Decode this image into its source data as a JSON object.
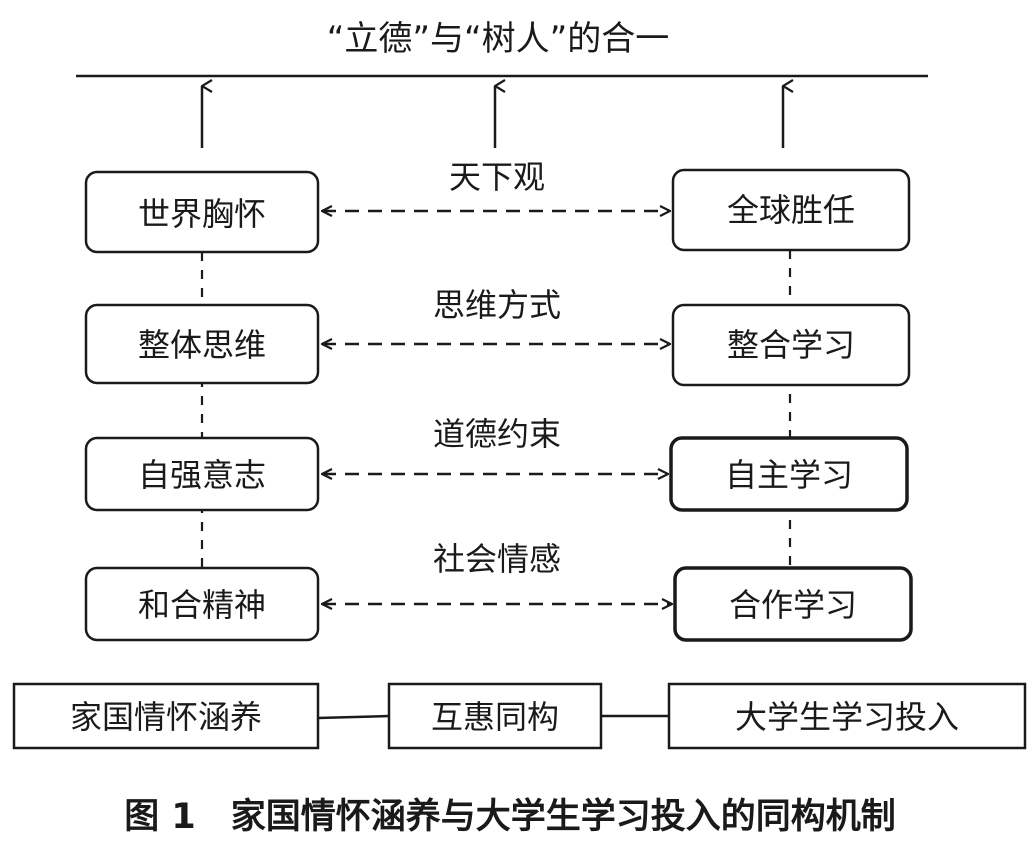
{
  "diagram": {
    "top_title": "“立德”与“树人”的合一",
    "left_column": [
      "世界胸怀",
      "整体思维",
      "自强意志",
      "和合精神"
    ],
    "right_column": [
      "全球胜任",
      "整合学习",
      "自主学习",
      "合作学习"
    ],
    "link_labels": [
      "天下观",
      "思维方式",
      "道德约束",
      "社会情感"
    ],
    "bottom_row": {
      "left": "家国情怀涵养",
      "middle": "互惠同构",
      "right": "大学生学习投入"
    },
    "caption": "图 1　家国情怀涵养与大学生学习投入的同构机制"
  }
}
